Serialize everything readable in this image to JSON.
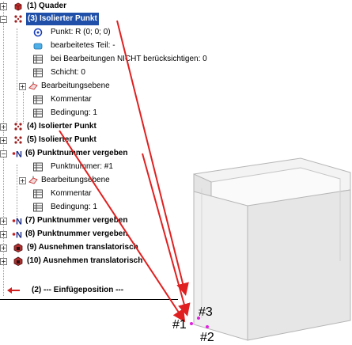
{
  "tree": {
    "n1": "(1) Quader",
    "n3": "(3) Isolierter Punkt",
    "n3_punkt": "Punkt: R (0; 0; 0)",
    "n3_teil": "bearbeitetes Teil: -",
    "n3_bei": "bei Bearbeitungen NICHT berücksichtigen: 0",
    "n3_schicht": "Schicht: 0",
    "n3_ebene": "Bearbeitungsebene",
    "n3_kommentar": "Kommentar",
    "n3_bedingung": "Bedingung: 1",
    "n4": "(4) Isolierter Punkt",
    "n5": "(5) Isolierter Punkt",
    "n6": "(6) Punktnummer vergeben",
    "n6_nummer": "Punktnummer: #1",
    "n6_ebene": "Bearbeitungsebene",
    "n6_kommentar": "Kommentar",
    "n6_bedingung": "Bedingung: 1",
    "n7": "(7) Punktnummer vergeben",
    "n8": "(8) Punktnummer vergeben",
    "n9": "(9) Ausnehmen translatorisch",
    "n10": "(10) Ausnehmen translatorisch",
    "n2": "(2) --- Einfügeposition ---"
  },
  "viewport": {
    "label1": "#1",
    "label2": "#2",
    "label3": "#3"
  },
  "colors": {
    "selection": "#1f4fa8",
    "arrow": "#e02020",
    "point": "#e020e0",
    "quader": "#c0302f"
  }
}
